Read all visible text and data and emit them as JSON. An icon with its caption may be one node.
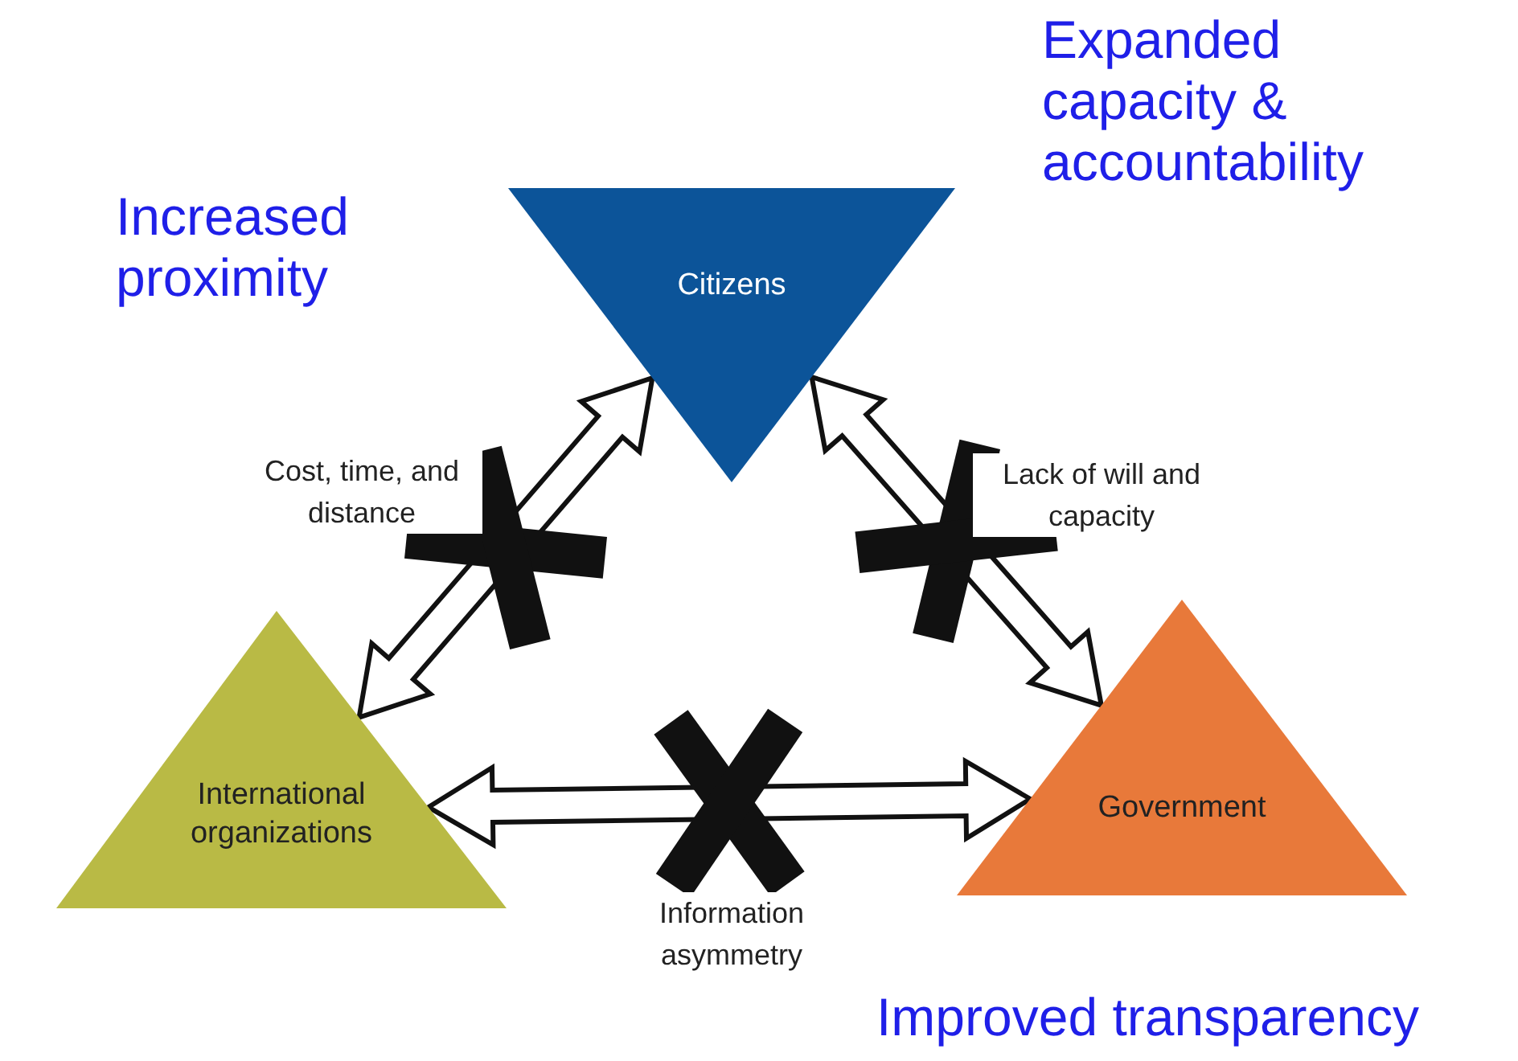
{
  "diagram": {
    "nodes": [
      {
        "text": [
          "Citizens"
        ]
      },
      {
        "text": [
          "International organizations"
        ]
      },
      {
        "text": [
          "Government"
        ]
      }
    ],
    "edges": [
      {
        "from": 0,
        "to": 1,
        "arrow": "both",
        "style": "thick",
        "label": "Cost, time, and distance"
      },
      {
        "from": 0,
        "to": 2,
        "arrow": "both",
        "style": "thick",
        "label": "Lack of will and capacity"
      },
      {
        "from": 1,
        "to": 2,
        "arrow": "both",
        "style": "thick",
        "label": "Information asymmetry"
      }
    ],
    "labels": [
      "Increased proximity",
      "Expanded capacity & accountability",
      "Improved transparency"
    ]
  }
}
